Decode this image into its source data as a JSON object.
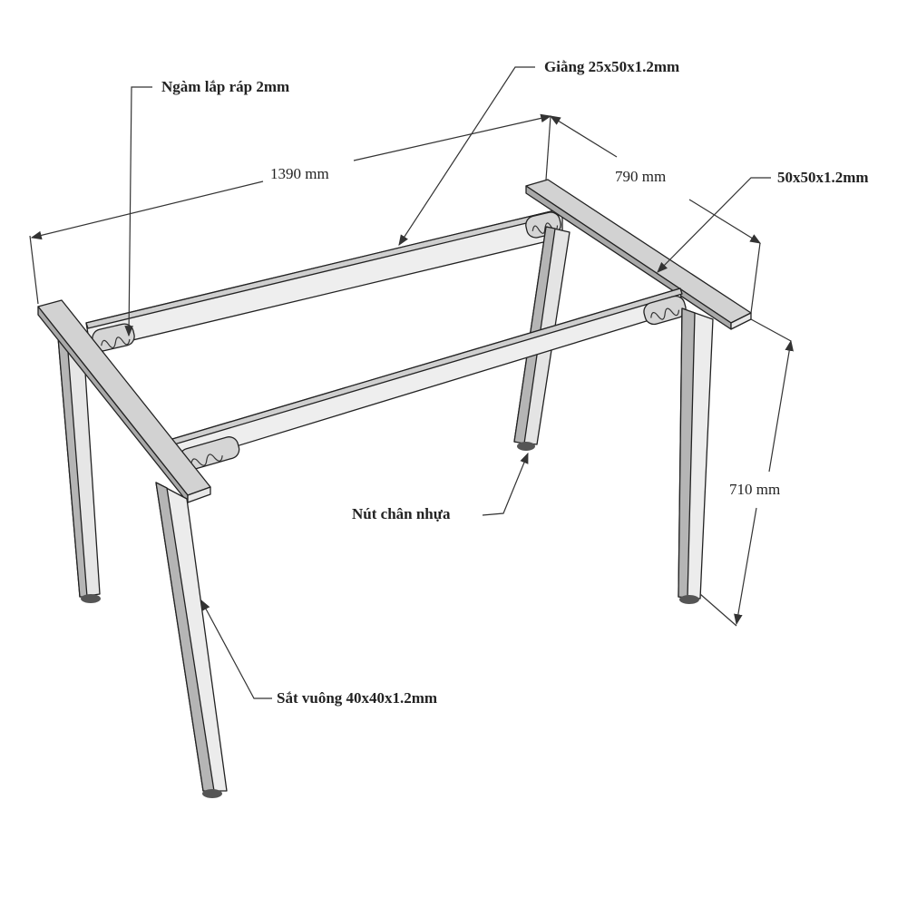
{
  "labels": {
    "joint": "Ngàm lắp ráp 2mm",
    "brace": "Giằng 25x50x1.2mm",
    "top_bar": "50x50x1.2mm",
    "foot_cap": "Nút chân nhựa",
    "leg_tube": "Sắt vuông 40x40x1.2mm"
  },
  "dimensions": {
    "length": "1390 mm",
    "width": "790 mm",
    "height": "710 mm"
  },
  "colors": {
    "light_face": "#e6e6e6",
    "mid_face": "#c8c8c8",
    "dark_face": "#a9a9a9",
    "foot": "#555555"
  }
}
